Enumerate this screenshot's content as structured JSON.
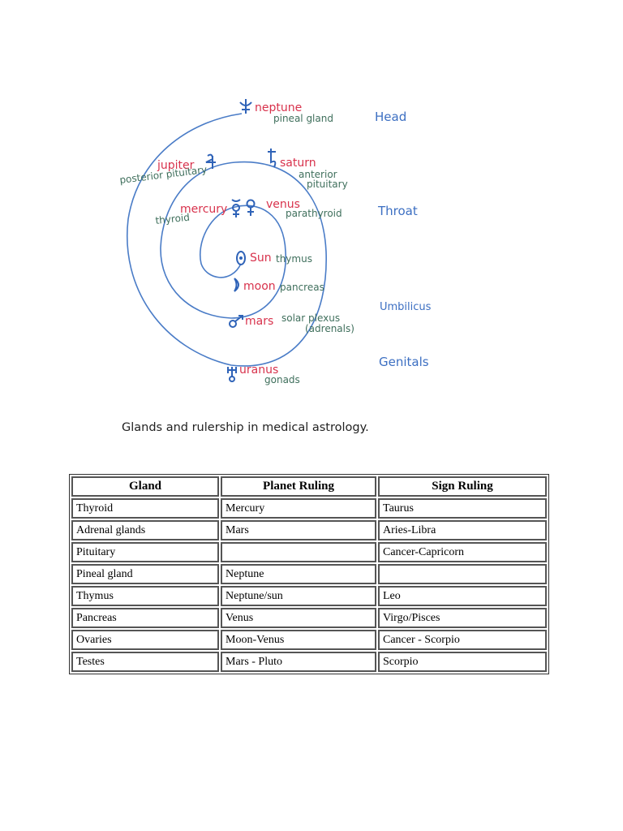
{
  "diagram": {
    "planets": {
      "neptune": "neptune",
      "jupiter": "jupiter",
      "saturn": "saturn",
      "mercury": "mercury",
      "venus": "venus",
      "sun": "Sun",
      "moon": "moon",
      "mars": "mars",
      "uranus": "uranus"
    },
    "glands": {
      "pineal": "pineal gland",
      "posterior_pituitary": "posterior pituitary",
      "anterior": "anterior",
      "pituitary": "pituitary",
      "thyroid": "thyroid",
      "parathyroid": "parathyroid",
      "thymus": "thymus",
      "pancreas": "pancreas",
      "solar_plexus": "solar plexus",
      "adrenals": "(adrenals)",
      "gonads": "gonads"
    },
    "regions": {
      "head": "Head",
      "throat": "Throat",
      "umbilicus": "Umbilicus",
      "genitals": "Genitals"
    },
    "colors": {
      "spiral": "#4a7cc7",
      "planet": "#d8324c",
      "gland": "#3f6f5c",
      "region": "#3c6fc2"
    },
    "icons": [
      "neptune-symbol",
      "jupiter-symbol",
      "saturn-symbol",
      "mercury-symbol",
      "venus-symbol",
      "sun-symbol",
      "moon-symbol",
      "mars-symbol",
      "uranus-symbol"
    ]
  },
  "caption": "Glands and rulership in medical astrology.",
  "table": {
    "headers": [
      "Gland",
      "Planet Ruling",
      "Sign Ruling"
    ],
    "rows": [
      [
        "Thyroid",
        "Mercury",
        "Taurus"
      ],
      [
        "Adrenal glands",
        "Mars",
        "Aries-Libra"
      ],
      [
        "Pituitary",
        "",
        "Cancer-Capricorn"
      ],
      [
        "Pineal gland",
        "Neptune",
        ""
      ],
      [
        "Thymus",
        "Neptune/sun",
        "Leo"
      ],
      [
        "Pancreas",
        "Venus",
        "Virgo/Pisces"
      ],
      [
        "Ovaries",
        "Moon-Venus",
        "Cancer - Scorpio"
      ],
      [
        "Testes",
        "Mars - Pluto",
        "Scorpio"
      ]
    ]
  }
}
